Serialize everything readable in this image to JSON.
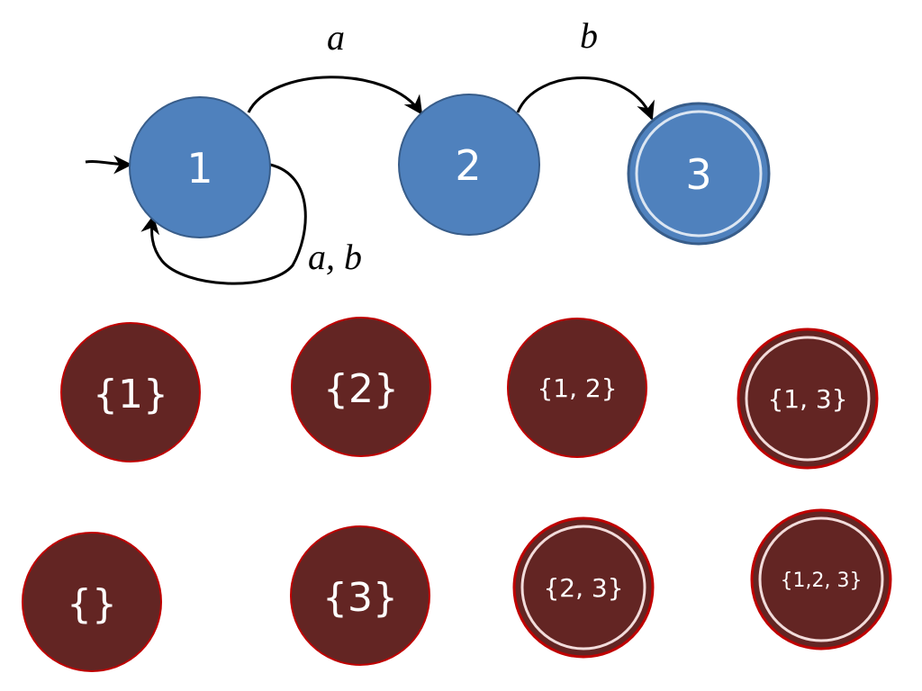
{
  "colors": {
    "nfa_fill": "#4F81BD",
    "nfa_stroke": "#385D8A",
    "dfa_fill": "#632523",
    "dfa_stroke": "#C00000",
    "accept_ring": "#F2DCDB",
    "label_text": "#FFFFFF",
    "edge": "#000000"
  },
  "nfa": {
    "states": [
      {
        "id": "s1",
        "label": "1",
        "accepting": false,
        "start": true
      },
      {
        "id": "s2",
        "label": "2",
        "accepting": false,
        "start": false
      },
      {
        "id": "s3",
        "label": "3",
        "accepting": true,
        "start": false
      }
    ],
    "transitions": [
      {
        "from": "1",
        "to": "2",
        "label": "a"
      },
      {
        "from": "2",
        "to": "3",
        "label": "b"
      },
      {
        "from": "1",
        "to": "1",
        "label": "a, b"
      }
    ]
  },
  "dfa": {
    "states": [
      {
        "id": "d1",
        "label": "{1}",
        "accepting": false
      },
      {
        "id": "d2",
        "label": "{2}",
        "accepting": false
      },
      {
        "id": "d12",
        "label": "{1, 2}",
        "accepting": false
      },
      {
        "id": "d13",
        "label": "{1, 3}",
        "accepting": true
      },
      {
        "id": "dempty",
        "label": "{}",
        "accepting": false
      },
      {
        "id": "d3",
        "label": "{3}",
        "accepting": false
      },
      {
        "id": "d23",
        "label": "{2, 3}",
        "accepting": true
      },
      {
        "id": "d123",
        "label": "{1,2, 3}",
        "accepting": true
      }
    ]
  }
}
